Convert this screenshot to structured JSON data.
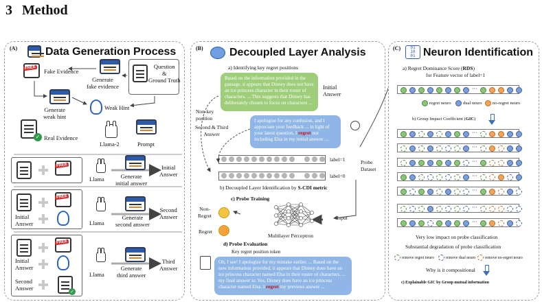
{
  "section": {
    "number": "3",
    "title": "Method"
  },
  "panel_a": {
    "tag": "(A)",
    "title": "Data Generation Process",
    "fake_evidence": "Fake Evidence",
    "generate_fake_evidence": "Generate\nfake evidence",
    "question_ground_truth": "Question\n&\nGround Truth",
    "generate_weak_hint": "Generate\nweak hint",
    "weak_hint": "Weak Hint",
    "real_evidence": "Real Evidence",
    "llama2": "Llama-2",
    "prompt": "Prompt",
    "free_badge": "FREE",
    "row1": {
      "model": "Llama",
      "action": "Generate\ninitial answer",
      "output": "Initial\nAnswer"
    },
    "row2": {
      "input": "Initial\nAnswer",
      "model": "Llama",
      "action": "Generate\nsecond answer",
      "output": "Second\nAnswer"
    },
    "row3": {
      "input1": "Initial\nAnswer",
      "input2": "Second\nAnswer",
      "model": "Llama",
      "action": "Generate\nthird answer",
      "output": "Third\nAnswer"
    }
  },
  "panel_b": {
    "tag": "(B)",
    "title": "Decoupled Layer Analysis",
    "step_a": "a) Identifying key regret positions",
    "bubble1": "Based on the information provided in the passage, it appears that Disney does not have an ice princess character in their roster of characters. ... This suggests that Disney has deliberately chosen to focus on characters ...",
    "initial_answer": "Initial\nAnswer",
    "nonkey": "Non-key\nposition",
    "second_third": "Second & Third\nAnswer",
    "bubble2_pre": "I apologize for any confusion, and I appreciate your feedback ... in light of your latest question, I ",
    "bubble2_hl": "regret",
    "bubble2_post": " not including Elsa in my initial answer. ...",
    "label1": "label=1",
    "label0": "label=0",
    "probe_dataset": "Probe\nDataset",
    "step_b_pre": "b) Decoupled Layer Identification by ",
    "step_b_bold": "S-CDI metric",
    "step_c": "c) Probe Training",
    "nonregret": "Non-\nRegret",
    "regret": "Regret",
    "mlp": "Multilayer Perceptron",
    "input": "Input",
    "step_d": "d) Probe Evaluation",
    "key_token": "Key regret position token",
    "bubble3_pre": "Oh, I see! I apologize for my mistake earlier. ... Based on the new information provided, it appears that Disney does have an ice princess character named Elsa in their roster of characters. ... my final answer is: Yes, Disney does have an ice princess character named Elsa. I ",
    "bubble3_hl": "regret",
    "bubble3_post": " my previous answer ..."
  },
  "panel_c": {
    "tag": "(C)",
    "title": "Neuron Identification",
    "rds_pre": "a) Regret Dominance Score (",
    "rds_bold": "RDS",
    "rds_post": ")",
    "rds_sub": "for Feature vector of label=1",
    "legend": [
      "regret neuro",
      "dual neuro",
      "no-regret neuro"
    ],
    "gic_pre": "b) Group Impact Coefficient (",
    "gic_bold": "GIC",
    "gic_post": ")",
    "low_impact": "Very low impact on probe classification",
    "degradation": "Substantial degradation of probe classification",
    "remove_legend": [
      "remove regret neuro",
      "remove dual neuro",
      "remove no-regret neuro"
    ],
    "compositional": "Why is it compositional",
    "step_c": "c) Explainable GIC by Group mutual information",
    "ellipsis": "···"
  },
  "colors": {
    "regret": "#8cc47a",
    "dual": "#7c9fd8",
    "noregret": "#f0a45c",
    "highlight": "#c0121e"
  }
}
